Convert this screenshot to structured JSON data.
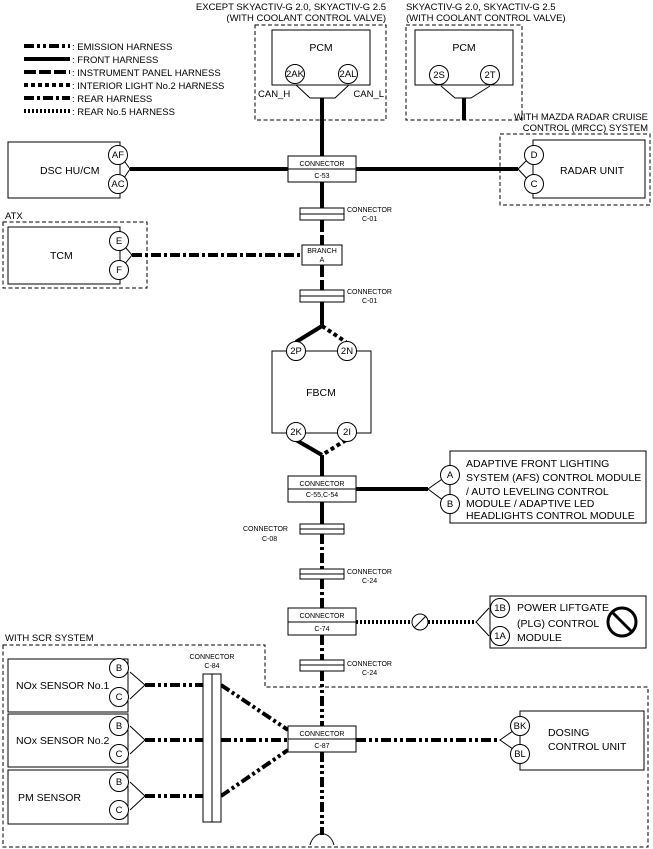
{
  "legend": [
    {
      "label": ": EMISSION HARNESS",
      "style": "emis"
    },
    {
      "label": ": FRONT HARNESS",
      "style": "front"
    },
    {
      "label": ": INSTRUMENT PANEL HARNESS",
      "style": "ipanel"
    },
    {
      "label": ": INTERIOR LIGHT No.2 HARNESS",
      "style": "interior"
    },
    {
      "label": ": REAR HARNESS",
      "style": "rear"
    },
    {
      "label": ": REAR No.5 HARNESS",
      "style": "rear5"
    }
  ],
  "groups": {
    "pcm_left_caption": [
      "EXCEPT SKYACTIV-G 2.0, SKYACTIV-G 2.5",
      "(WITH COOLANT CONTROL VALVE)"
    ],
    "pcm_right_caption": [
      "SKYACTIV-G 2.0, SKYACTIV-G 2.5",
      "(WITH COOLANT CONTROL VALVE)"
    ],
    "radar_caption": [
      "WITH MAZDA RADAR CRUISE",
      "CONTROL (MRCC) SYSTEM"
    ],
    "atx_caption": "ATX",
    "scr_caption": "WITH SCR SYSTEM"
  },
  "modules": {
    "pcm_left": {
      "label": "PCM",
      "pins": [
        "2AK",
        "2AL"
      ],
      "can": [
        "CAN_H",
        "CAN_L"
      ]
    },
    "pcm_right": {
      "label": "PCM",
      "pins": [
        "2S",
        "2T"
      ]
    },
    "dsc": {
      "label": "DSC HU/CM",
      "pins": [
        "AF",
        "AC"
      ]
    },
    "radar": {
      "label": "RADAR UNIT",
      "pins": [
        "D",
        "C"
      ]
    },
    "tcm": {
      "label": "TCM",
      "pins": [
        "E",
        "F"
      ]
    },
    "fbcm": {
      "label": "FBCM",
      "pins": [
        "2P",
        "2N",
        "2K",
        "2I"
      ]
    },
    "afs": {
      "label_lines": [
        "ADAPTIVE FRONT LIGHTING",
        "SYSTEM (AFS) CONTROL MODULE",
        "/ AUTO LEVELING CONTROL",
        "MODULE / ADAPTIVE LED",
        "HEADLIGHTS CONTROL MODULE"
      ],
      "pins": [
        "A",
        "B"
      ]
    },
    "plg": {
      "label_lines": [
        "POWER LIFTGATE",
        "(PLG) CONTROL",
        "MODULE"
      ],
      "pins": [
        "1B",
        "1A"
      ]
    },
    "nox1": {
      "label": "NOx SENSOR No.1",
      "pins": [
        "B",
        "C"
      ]
    },
    "nox2": {
      "label": "NOx SENSOR No.2",
      "pins": [
        "B",
        "C"
      ]
    },
    "pm": {
      "label": "PM SENSOR",
      "pins": [
        "B",
        "C"
      ]
    },
    "dcu": {
      "label_lines": [
        "DOSING",
        "CONTROL UNIT"
      ],
      "pins": [
        "BK",
        "BL"
      ]
    }
  },
  "connectors": {
    "c53": [
      "CONNECTOR",
      "C-53"
    ],
    "c01a": [
      "CONNECTOR",
      "C-01"
    ],
    "branch": [
      "BRANCH",
      "A"
    ],
    "c01b": [
      "CONNECTOR",
      "C-01"
    ],
    "c55": [
      "CONNECTOR",
      "C-55,C-54"
    ],
    "c08": [
      "CONNECTOR",
      "C-08"
    ],
    "c24a": [
      "CONNECTOR",
      "C-24"
    ],
    "c74": [
      "CONNECTOR",
      "C-74"
    ],
    "c24b": [
      "CONNECTOR",
      "C-24"
    ],
    "c84": [
      "CONNECTOR",
      "C-84"
    ],
    "c87": [
      "CONNECTOR",
      "C-87"
    ]
  },
  "icons": {
    "plg_prohibit": "prohibit-icon",
    "plg_wire_mark": "not-connected-icon"
  }
}
